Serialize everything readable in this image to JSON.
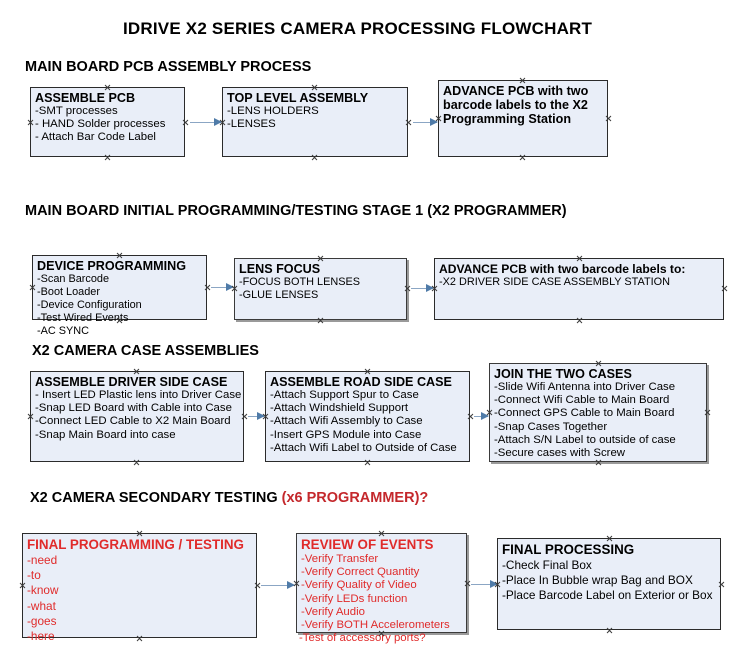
{
  "document": {
    "title": "IDRIVE X2  SERIES CAMERA PROCESSING FLOWCHART"
  },
  "colors": {
    "node_fill": "#e9eef8",
    "node_border": "#2b2b2b",
    "arrow_shaft": "#8ba6c4",
    "arrow_head": "#4f7ba8",
    "accent_red": "#e02b2b",
    "section_accent_red": "#c4282c",
    "text": "#000000",
    "background": "#ffffff"
  },
  "sections": [
    {
      "id": "main-board-pcb-assembly",
      "heading": "MAIN BOARD PCB ASSEMBLY PROCESS",
      "heading_accent": "",
      "nodes": [
        {
          "id": "assemble-pcb",
          "header": "ASSEMBLE PCB",
          "items": [
            "-SMT processes",
            "- HAND Solder processes",
            "- Attach Bar Code Label"
          ]
        },
        {
          "id": "top-level-assembly",
          "header": "TOP LEVEL ASSEMBLY",
          "items": [
            "-LENS HOLDERS",
            "-LENSES"
          ]
        },
        {
          "id": "advance-pcb-x2-programming-station",
          "header": "ADVANCE PCB with two barcode labels to the  X2 Programming Station",
          "items": []
        }
      ]
    },
    {
      "id": "main-board-initial-programming",
      "heading": "MAIN BOARD INITIAL PROGRAMMING/TESTING STAGE 1 (X2 PROGRAMMER)",
      "heading_accent": "",
      "nodes": [
        {
          "id": "device-programming",
          "header": "DEVICE PROGRAMMING",
          "items": [
            "-Scan Barcode",
            "-Boot Loader",
            "-Device Configuration",
            "-Test Wired Events",
            "-AC SYNC"
          ]
        },
        {
          "id": "lens-focus",
          "header": "LENS FOCUS",
          "items": [
            "-FOCUS BOTH LENSES",
            "-GLUE LENSES"
          ]
        },
        {
          "id": "advance-pcb-driver-side-case",
          "header": "ADVANCE PCB with two barcode labels to:",
          "items": [
            "-X2 DRIVER  SIDE  CASE  ASSEMBLY STATION"
          ]
        }
      ]
    },
    {
      "id": "x2-camera-case-assemblies",
      "heading": "X2 CAMERA CASE ASSEMBLIES",
      "heading_accent": "",
      "nodes": [
        {
          "id": "assemble-driver-side-case",
          "header": "ASSEMBLE DRIVER SIDE CASE",
          "items": [
            "- Insert LED Plastic lens into Driver Case",
            "-Snap LED Board with Cable into Case",
            "-Connect LED Cable to X2 Main Board",
            "-Snap Main Board into case"
          ]
        },
        {
          "id": "assemble-road-side-case",
          "header": "ASSEMBLE ROAD SIDE CASE",
          "items": [
            "-Attach Support Spur to Case",
            "-Attach Windshield Support",
            "-Attach Wifi Assembly to Case",
            "-Insert GPS Module into Case",
            "-Attach Wifi Label to Outside of Case"
          ]
        },
        {
          "id": "join-the-two-cases",
          "header": "JOIN THE TWO CASES",
          "items": [
            "-Slide Wifi Antenna into Driver Case",
            "-Connect Wifi Cable to Main Board",
            "-Connect GPS Cable to Main Board",
            "-Snap Cases Together",
            "-Attach S/N Label to outside of case",
            "-Secure cases with Screw"
          ]
        }
      ]
    },
    {
      "id": "x2-camera-secondary-testing",
      "heading": "X2 CAMERA SECONDARY TESTING ",
      "heading_accent": "(x6 PROGRAMMER)?",
      "nodes": [
        {
          "id": "final-programming-testing",
          "header": "FINAL PROGRAMMING / TESTING",
          "items": [
            "-need",
            "-to",
            "-know",
            "-what",
            "-goes",
            "-here"
          ]
        },
        {
          "id": "review-of-events",
          "header": "REVIEW OF EVENTS",
          "items": [
            "-Verify Transfer",
            "-Verify Correct Quantity",
            "-Verify Quality of Video",
            "-Verify LEDs function",
            "-Verify Audio",
            "-Verify BOTH Accelerometers"
          ],
          "overflow_item": "-Test of accessory ports?"
        },
        {
          "id": "final-processing",
          "header": "FINAL PROCESSING",
          "items": [
            " -Check Final Box",
            "-Place In Bubble wrap Bag and BOX",
            "-Place Barcode Label on Exterior or Box"
          ]
        }
      ]
    }
  ]
}
